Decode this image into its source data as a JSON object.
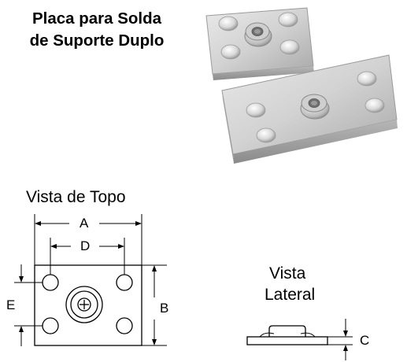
{
  "product": {
    "title_line1": "Placa para Solda",
    "title_line2": "de Suporte Duplo"
  },
  "top_view": {
    "title": "Vista de Topo",
    "dimensions": {
      "a": "A",
      "d": "D",
      "b": "B",
      "e": "E"
    }
  },
  "side_view": {
    "title_line1": "Vista",
    "title_line2": "Lateral",
    "dimensions": {
      "c": "C"
    }
  }
}
